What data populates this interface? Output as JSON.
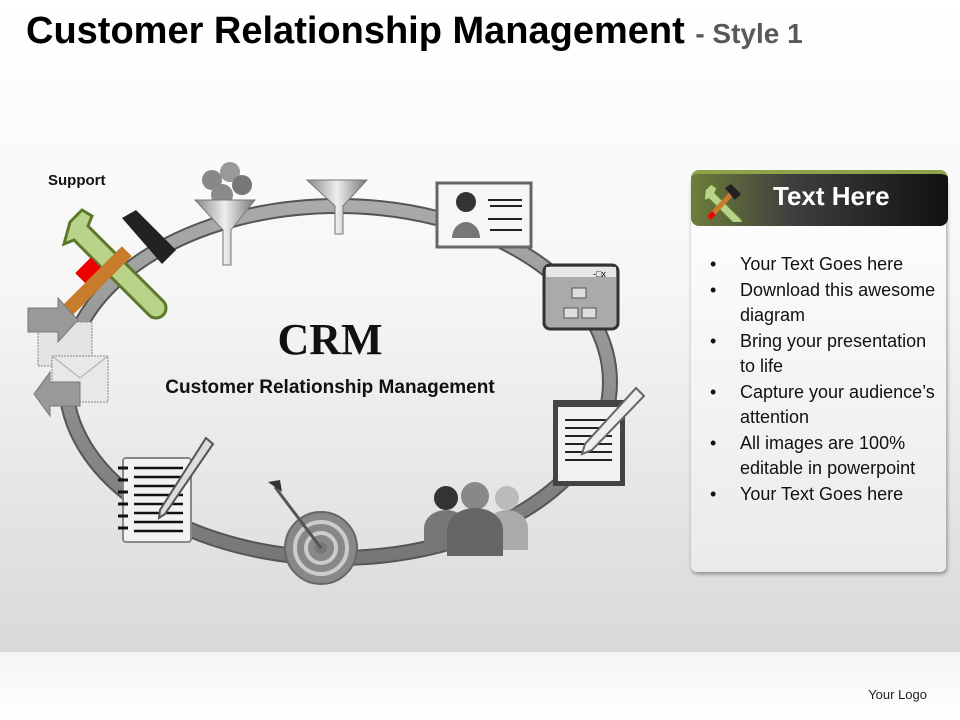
{
  "title": {
    "main": "Customer Relationship Management",
    "suffix": "- Style 1"
  },
  "diagram": {
    "support_label": "Support",
    "center_title": "CRM",
    "center_subtitle": "Customer Relationship Management",
    "icons": [
      "tools-icon",
      "money-funnel-icon",
      "funnel-icon",
      "contact-card-icon",
      "org-chart-window-icon",
      "clipboard-pencil-icon",
      "people-group-icon",
      "dart-target-icon",
      "notepad-pen-icon",
      "email-exchange-icon"
    ]
  },
  "panel": {
    "heading": "Text Here",
    "items": [
      "Your Text Goes here",
      "Download this awesome diagram",
      "Bring your presentation to life",
      "Capture your audience’s attention",
      "All images are 100% editable in powerpoint",
      "Your Text Goes here"
    ]
  },
  "footer": {
    "logo": "Your Logo"
  },
  "colors": {
    "accent": "#8ea24a",
    "ring": "#8c8c8c"
  }
}
